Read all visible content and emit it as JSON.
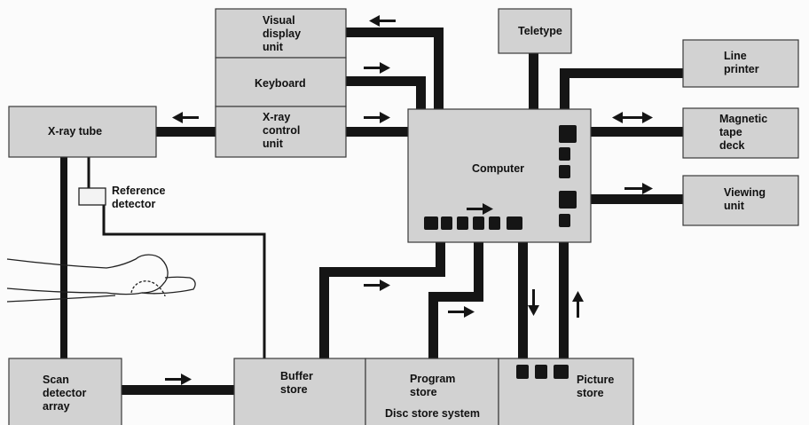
{
  "boxes": {
    "vdu": [
      "Visual",
      "display",
      "unit"
    ],
    "keyboard": [
      "Keyboard"
    ],
    "xray_control": [
      "X-ray",
      "control",
      "unit"
    ],
    "teletype": [
      "Teletype"
    ],
    "line_printer": [
      "Line",
      "printer"
    ],
    "computer": [
      "Computer"
    ],
    "xray_tube": [
      "X-ray tube"
    ],
    "magnetic_tape": [
      "Magnetic",
      "tape",
      "deck"
    ],
    "viewing_unit": [
      "Viewing",
      "unit"
    ],
    "reference_detector": [
      "Reference",
      "detector"
    ],
    "scan_detector": [
      "Scan",
      "detector",
      "array"
    ],
    "buffer_store": [
      "Buffer",
      "store"
    ],
    "program_store": [
      "Program",
      "store"
    ],
    "disc_store_system": [
      "Disc store system"
    ],
    "picture_store": [
      "Picture",
      "store"
    ]
  }
}
